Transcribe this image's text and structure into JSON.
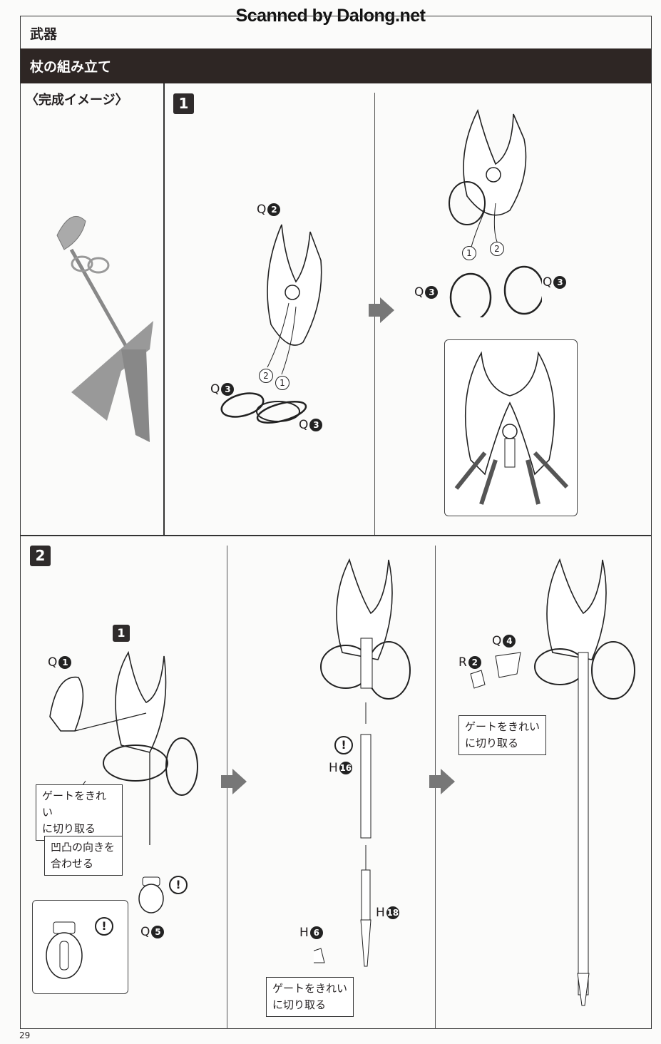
{
  "watermark": "Scanned by Dalong.net",
  "header": {
    "title": "武器"
  },
  "section": {
    "title": "杖の組み立て"
  },
  "completion": {
    "title": "〈完成イメージ〉"
  },
  "step1": {
    "badge": "1",
    "panel_a": {
      "part_top": {
        "letter": "Q",
        "num": "2"
      },
      "part_left": {
        "letter": "Q",
        "num": "3"
      },
      "part_right": {
        "letter": "Q",
        "num": "3"
      },
      "order_1": "1",
      "order_2": "2"
    },
    "panel_b": {
      "part_left": {
        "letter": "Q",
        "num": "3"
      },
      "part_right": {
        "letter": "Q",
        "num": "3"
      },
      "order_1": "1",
      "order_2": "2"
    }
  },
  "step2": {
    "badge": "2",
    "panel_a": {
      "sub_badge": "1",
      "part_q1": {
        "letter": "Q",
        "num": "1"
      },
      "part_q5": {
        "letter": "Q",
        "num": "5"
      },
      "callout_gate": [
        "ゲートをきれい",
        "に切り取る"
      ],
      "callout_align": [
        "凹凸の向きを",
        "合わせる"
      ],
      "caution": "!"
    },
    "panel_b": {
      "part_h16": {
        "letter": "H",
        "num": "16"
      },
      "part_h18": {
        "letter": "H",
        "num": "18"
      },
      "part_h6": {
        "letter": "H",
        "num": "6"
      },
      "callout_gate": [
        "ゲートをきれい",
        "に切り取る"
      ],
      "caution": "!"
    },
    "panel_c": {
      "part_q4": {
        "letter": "Q",
        "num": "4"
      },
      "part_r2": {
        "letter": "R",
        "num": "2"
      },
      "callout_gate": [
        "ゲートをきれい",
        "に切り取る"
      ]
    }
  },
  "page_number": "29"
}
